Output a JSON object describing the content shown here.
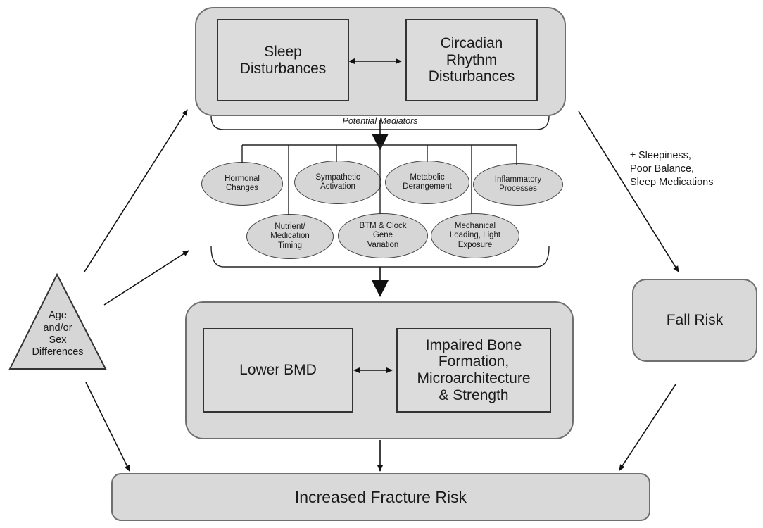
{
  "top": {
    "sleep": "Sleep\nDisturbances",
    "circadian": "Circadian\nRhythm\nDisturbances"
  },
  "mediators_label": "Potential Mediators",
  "mediators": [
    "Hormonal\nChanges",
    "Sympathetic\nActivation",
    "Metabolic\nDerangement",
    "Inflammatory\nProcesses",
    "Nutrient/\nMedication\nTiming",
    "BTM & Clock\nGene\nVariation",
    "Mechanical\nLoading, Light\nExposure"
  ],
  "middle": {
    "bmd": "Lower BMD",
    "bone": "Impaired Bone\nFormation,\nMicroarchitecture\n& Strength"
  },
  "age": "Age\nand/or\nSex\nDifferences",
  "fall_note": "± Sleepiness,\nPoor Balance,\nSleep Medications",
  "fall": "Fall Risk",
  "fracture": "Increased Fracture Risk"
}
